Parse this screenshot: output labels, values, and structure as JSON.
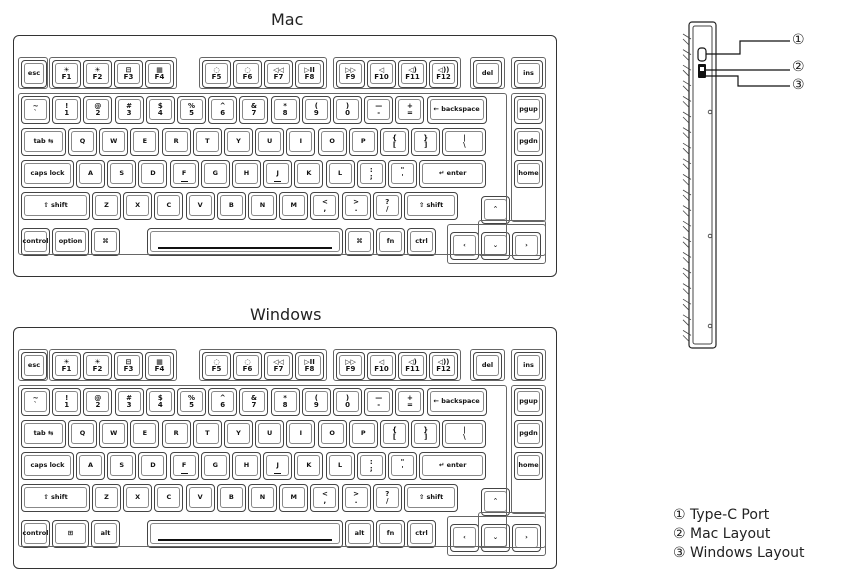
{
  "layouts": [
    {
      "title": "Mac",
      "keys": {
        "esc": [
          "esc"
        ],
        "F1": [
          "☀",
          "F1"
        ],
        "F2": [
          "☀",
          "F2"
        ],
        "F3": [
          "⊟",
          "F3"
        ],
        "F4": [
          "▦",
          "F4"
        ],
        "F5": [
          "◌",
          "F5"
        ],
        "F6": [
          "◌",
          "F6"
        ],
        "F7": [
          "◁◁",
          "F7"
        ],
        "F8": [
          "▷II",
          "F8"
        ],
        "F9": [
          "▷▷",
          "F9"
        ],
        "F10": [
          "◁",
          "F10"
        ],
        "F11": [
          "◁)",
          "F11"
        ],
        "F12": [
          "◁))",
          "F12"
        ],
        "del": [
          "del"
        ],
        "ins": [
          "ins"
        ],
        "grave": [
          "~",
          "`"
        ],
        "1": [
          "!",
          "1"
        ],
        "2": [
          "@",
          "2"
        ],
        "3": [
          "#",
          "3"
        ],
        "4": [
          "$",
          "4"
        ],
        "5": [
          "%",
          "5"
        ],
        "6": [
          "^",
          "6"
        ],
        "7": [
          "&",
          "7"
        ],
        "8": [
          "*",
          "8"
        ],
        "9": [
          "(",
          "9"
        ],
        "0": [
          ")",
          "0"
        ],
        "minus": [
          "—",
          "-"
        ],
        "equal": [
          "+",
          "="
        ],
        "backspace": [
          "← backspace"
        ],
        "pgup": [
          "pgup"
        ],
        "tab": [
          "tab ⇆"
        ],
        "Q": [
          "Q"
        ],
        "W": [
          "W"
        ],
        "E": [
          "E"
        ],
        "R": [
          "R"
        ],
        "T": [
          "T"
        ],
        "Y": [
          "Y"
        ],
        "U": [
          "U"
        ],
        "I": [
          "I"
        ],
        "O": [
          "O"
        ],
        "P": [
          "P"
        ],
        "lbr": [
          "{",
          "["
        ],
        "rbr": [
          "}",
          "]"
        ],
        "bslash": [
          "|",
          "\\"
        ],
        "pgdn": [
          "pgdn"
        ],
        "caps": [
          "caps lock"
        ],
        "A": [
          "A"
        ],
        "S": [
          "S"
        ],
        "D": [
          "D"
        ],
        "F": [
          "F"
        ],
        "G": [
          "G"
        ],
        "H": [
          "H"
        ],
        "J": [
          "J"
        ],
        "K": [
          "K"
        ],
        "L": [
          "L"
        ],
        "semi": [
          ":",
          ";"
        ],
        "quote": [
          "\"",
          "'"
        ],
        "enter": [
          "↵ enter"
        ],
        "home": [
          "home"
        ],
        "lshift": [
          "⇧ shift"
        ],
        "Z": [
          "Z"
        ],
        "X": [
          "X"
        ],
        "C": [
          "C"
        ],
        "V": [
          "V"
        ],
        "B": [
          "B"
        ],
        "N": [
          "N"
        ],
        "M": [
          "M"
        ],
        "comma": [
          "<",
          ","
        ],
        "period": [
          ">",
          "."
        ],
        "slash": [
          "?",
          "/"
        ],
        "rshift": [
          "⇧ shift"
        ],
        "up": [
          "⌃"
        ],
        "control": [
          "control"
        ],
        "b2": [
          "option"
        ],
        "b3": [
          "⌘"
        ],
        "space": [
          ""
        ],
        "b5": [
          "⌘"
        ],
        "fn": [
          "fn"
        ],
        "ctrl": [
          "ctrl"
        ],
        "left": [
          "‹"
        ],
        "down": [
          "⌄"
        ],
        "right": [
          "›"
        ]
      }
    },
    {
      "title": "Windows",
      "keys": {
        "esc": [
          "esc"
        ],
        "F1": [
          "☀",
          "F1"
        ],
        "F2": [
          "☀",
          "F2"
        ],
        "F3": [
          "⊟",
          "F3"
        ],
        "F4": [
          "▦",
          "F4"
        ],
        "F5": [
          "◌",
          "F5"
        ],
        "F6": [
          "◌",
          "F6"
        ],
        "F7": [
          "◁◁",
          "F7"
        ],
        "F8": [
          "▷II",
          "F8"
        ],
        "F9": [
          "▷▷",
          "F9"
        ],
        "F10": [
          "◁",
          "F10"
        ],
        "F11": [
          "◁)",
          "F11"
        ],
        "F12": [
          "◁))",
          "F12"
        ],
        "del": [
          "del"
        ],
        "ins": [
          "ins"
        ],
        "grave": [
          "~",
          "`"
        ],
        "1": [
          "!",
          "1"
        ],
        "2": [
          "@",
          "2"
        ],
        "3": [
          "#",
          "3"
        ],
        "4": [
          "$",
          "4"
        ],
        "5": [
          "%",
          "5"
        ],
        "6": [
          "^",
          "6"
        ],
        "7": [
          "&",
          "7"
        ],
        "8": [
          "*",
          "8"
        ],
        "9": [
          "(",
          "9"
        ],
        "0": [
          ")",
          "0"
        ],
        "minus": [
          "—",
          "-"
        ],
        "equal": [
          "+",
          "="
        ],
        "backspace": [
          "← backspace"
        ],
        "pgup": [
          "pgup"
        ],
        "tab": [
          "tab ⇆"
        ],
        "Q": [
          "Q"
        ],
        "W": [
          "W"
        ],
        "E": [
          "E"
        ],
        "R": [
          "R"
        ],
        "T": [
          "T"
        ],
        "Y": [
          "Y"
        ],
        "U": [
          "U"
        ],
        "I": [
          "I"
        ],
        "O": [
          "O"
        ],
        "P": [
          "P"
        ],
        "lbr": [
          "{",
          "["
        ],
        "rbr": [
          "}",
          "]"
        ],
        "bslash": [
          "|",
          "\\"
        ],
        "pgdn": [
          "pgdn"
        ],
        "caps": [
          "caps lock"
        ],
        "A": [
          "A"
        ],
        "S": [
          "S"
        ],
        "D": [
          "D"
        ],
        "F": [
          "F"
        ],
        "G": [
          "G"
        ],
        "H": [
          "H"
        ],
        "J": [
          "J"
        ],
        "K": [
          "K"
        ],
        "L": [
          "L"
        ],
        "semi": [
          ":",
          ";"
        ],
        "quote": [
          "\"",
          "'"
        ],
        "enter": [
          "↵ enter"
        ],
        "home": [
          "home"
        ],
        "lshift": [
          "⇧ shift"
        ],
        "Z": [
          "Z"
        ],
        "X": [
          "X"
        ],
        "C": [
          "C"
        ],
        "V": [
          "V"
        ],
        "B": [
          "B"
        ],
        "N": [
          "N"
        ],
        "M": [
          "M"
        ],
        "comma": [
          "<",
          ","
        ],
        "period": [
          ">",
          "."
        ],
        "slash": [
          "?",
          "/"
        ],
        "rshift": [
          "⇧ shift"
        ],
        "up": [
          "⌃"
        ],
        "control": [
          "control"
        ],
        "b2": [
          "⊞"
        ],
        "b3": [
          "alt"
        ],
        "space": [
          ""
        ],
        "b5": [
          "alt"
        ],
        "fn": [
          "fn"
        ],
        "ctrl": [
          "ctrl"
        ],
        "left": [
          "‹"
        ],
        "down": [
          "⌄"
        ],
        "right": [
          "›"
        ]
      }
    }
  ],
  "callouts": [
    "①",
    "②",
    "③"
  ],
  "legend": [
    "① Type-C Port",
    "② Mac Layout",
    "③ Windows Layout"
  ]
}
